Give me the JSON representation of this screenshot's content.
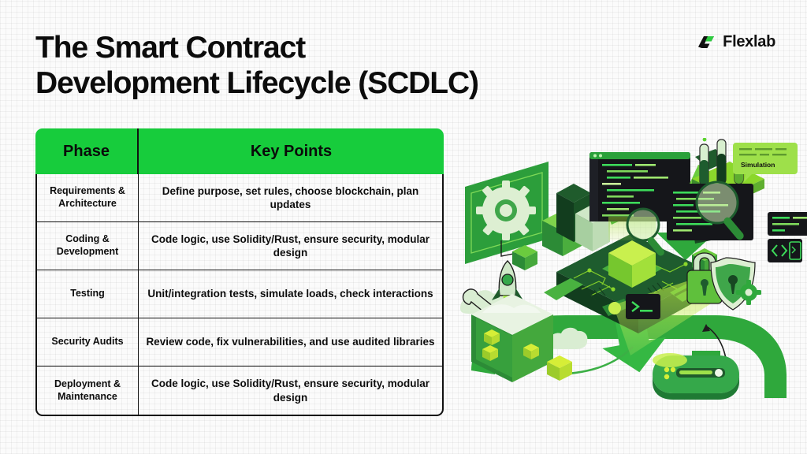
{
  "brand": {
    "name": "Flexlab",
    "logo_icon": "flexlab-f-mark",
    "accent": "#17CC3C",
    "dark": "#0c0c0c"
  },
  "title": {
    "line1": "The Smart Contract",
    "line2": "Development Lifecycle (SCDLC)"
  },
  "table": {
    "columns": [
      "Phase",
      "Key Points"
    ],
    "rows": [
      {
        "phase": "Requirements & Architecture",
        "points": "Define purpose, set rules, choose blockchain, plan updates"
      },
      {
        "phase": "Coding & Development",
        "points": "Code logic, use Solidity/Rust, ensure security, modular design"
      },
      {
        "phase": "Testing",
        "points": "Unit/integration tests, simulate loads, check interactions"
      },
      {
        "phase": "Security Audits",
        "points": "Review code, fix vulnerabilities, and use audited libraries"
      },
      {
        "phase": "Deployment & Maintenance",
        "points": "Code logic, use Solidity/Rust, ensure security, modular design"
      }
    ]
  },
  "illustration": {
    "alt": "isometric smart contract lifecycle illustration",
    "simulation_label": "Simulation",
    "icons": [
      "gear-blueprint-panel",
      "stacked-cubes",
      "code-editor-window",
      "hammer-icon",
      "anvil-icon",
      "circuit-board-chip",
      "test-tubes-rack",
      "magnifier-icon",
      "padlock-icon",
      "shield-icon",
      "terminal-prompt-icon",
      "code-tag-icon",
      "rocket-icon",
      "cloud-icon",
      "wrench-icon",
      "scanner-device",
      "flow-arrow"
    ],
    "palette": {
      "bright_green": "#35C23E",
      "lime": "#8BD72B",
      "deep_green": "#18482B",
      "mid_green": "#2E8B3C",
      "pale_green": "#CFE8C8",
      "near_black": "#141414"
    }
  }
}
